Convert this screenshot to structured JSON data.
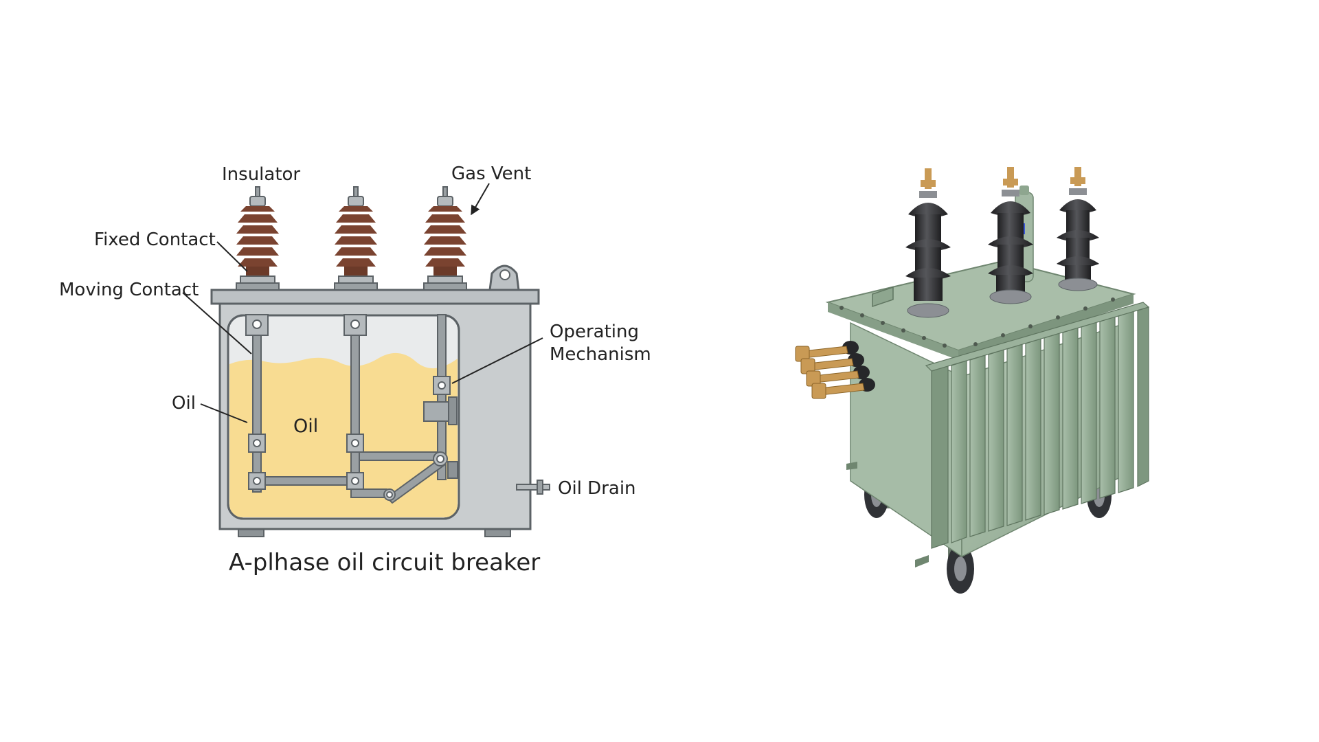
{
  "diagram": {
    "labels": {
      "insulator": "Insulator",
      "gas_vent": "Gas Vent",
      "fixed_contact": "Fixed Contact",
      "moving_contact": "Moving Contact",
      "operating_mechanism_1": "Operating",
      "operating_mechanism_2": "Mechanism",
      "oil_left": "Oil",
      "oil_inside": "Oil",
      "oil_drain": "Oil Drain"
    },
    "caption": "A-plhase oil circuit breaker",
    "colors": {
      "tank": "#c9cdcf",
      "tank_stroke": "#5c6266",
      "oil": "#f8dc92",
      "insulator": "#7a4330",
      "rod": "#7b8185"
    }
  },
  "photo": {
    "subject": "oil-immersed-three-phase-transformer",
    "colors": {
      "body": "#9db39e",
      "fins": "#8fa890",
      "bushing": "#2d2d30",
      "terminal": "#c99a55"
    }
  }
}
